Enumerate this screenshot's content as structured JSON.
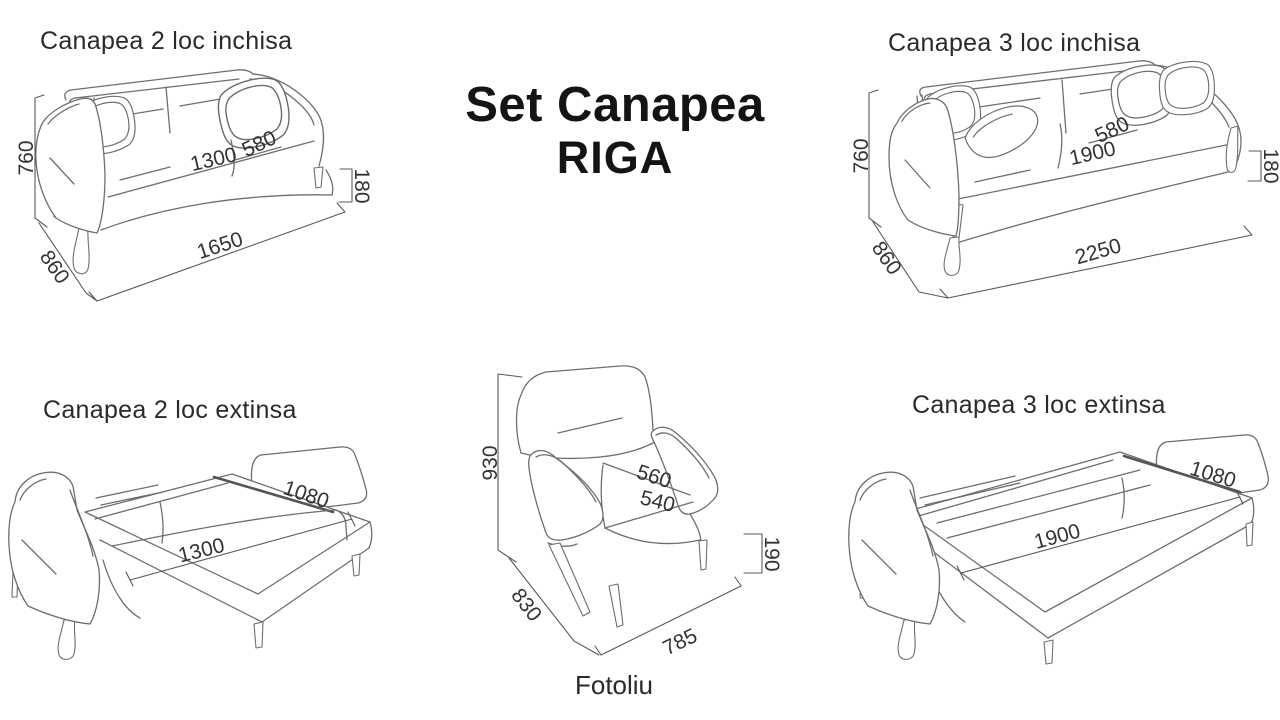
{
  "main_title": {
    "line1": "Set Canapea",
    "line2": "RIGA"
  },
  "panels": {
    "sofa2_closed": {
      "title": "Canapea 2 loc inchisa",
      "dims": {
        "height": "760",
        "depth": "860",
        "width": "1650",
        "seat_width": "1300",
        "seat_depth": "580",
        "leg_height": "180"
      }
    },
    "sofa3_closed": {
      "title": "Canapea 3 loc inchisa",
      "dims": {
        "height": "760",
        "depth": "860",
        "width": "2250",
        "seat_width": "1900",
        "seat_depth": "580",
        "leg_height": "180"
      }
    },
    "sofa2_open": {
      "title": "Canapea 2 loc extinsa",
      "dims": {
        "bed_length": "1300",
        "bed_width": "1080"
      }
    },
    "armchair": {
      "title": "Fotoliu",
      "dims": {
        "height": "930",
        "depth": "830",
        "width": "785",
        "seat_width": "560",
        "seat_depth": "540",
        "leg_height": "190"
      }
    },
    "sofa3_open": {
      "title": "Canapea 3 loc extinsa",
      "dims": {
        "bed_length": "1900",
        "bed_width": "1080"
      }
    }
  },
  "colors": {
    "background": "#ffffff",
    "furniture_line": "#6e6e6e",
    "dimension_line": "#595959",
    "dimension_text": "#333333",
    "title_text": "#2a2a2a",
    "main_title_text": "#141414"
  }
}
